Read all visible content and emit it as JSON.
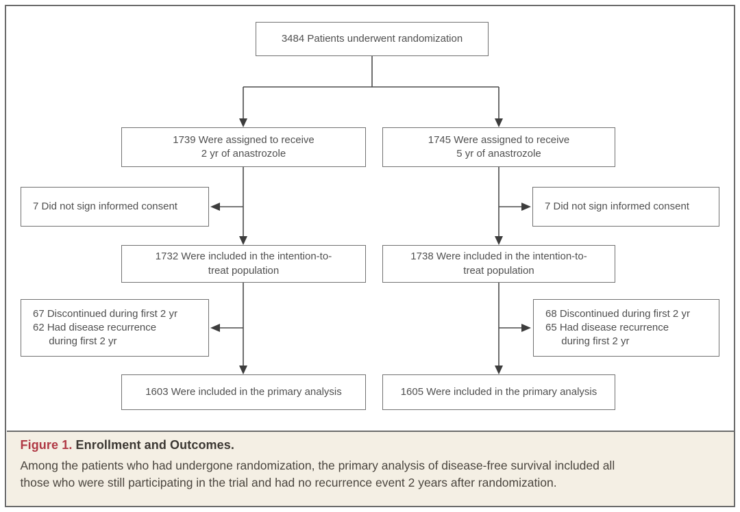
{
  "colors": {
    "accent-red": "#b03945",
    "caption-bg": "#f4efe4",
    "line": "#4a4a4a",
    "box-border": "#707070",
    "frame-border": "#6b6b6b",
    "box-text": "#4f4f4f",
    "caption-text": "#4a453e",
    "title-text": "#3c3833"
  },
  "flowchart": {
    "randomized": "3484 Patients underwent randomization",
    "left": {
      "assigned": "1739 Were assigned to receive\n2 yr of anastrozole",
      "consent_excluded": "7 Did not sign informed consent",
      "itt": "1732 Were included in the intention-to-\ntreat population",
      "discontinued": "67 Discontinued during first 2 yr",
      "recurrence": "62 Had disease recurrence\nduring first 2 yr",
      "primary": "1603 Were included in the primary analysis"
    },
    "right": {
      "assigned": "1745 Were assigned to receive\n5 yr of anastrozole",
      "consent_excluded": "7 Did not sign informed consent",
      "itt": "1738 Were included in the intention-to-\ntreat population",
      "discontinued": "68 Discontinued during first 2 yr",
      "recurrence": "65 Had disease recurrence\nduring first 2 yr",
      "primary": "1605 Were included in the primary analysis"
    }
  },
  "caption": {
    "label": "Figure 1.",
    "title": "Enrollment and Outcomes.",
    "body": "Among the patients who had undergone randomization, the primary analysis of disease-free survival included all\nthose who were still participating in the trial and had no recurrence event 2 years after randomization."
  }
}
